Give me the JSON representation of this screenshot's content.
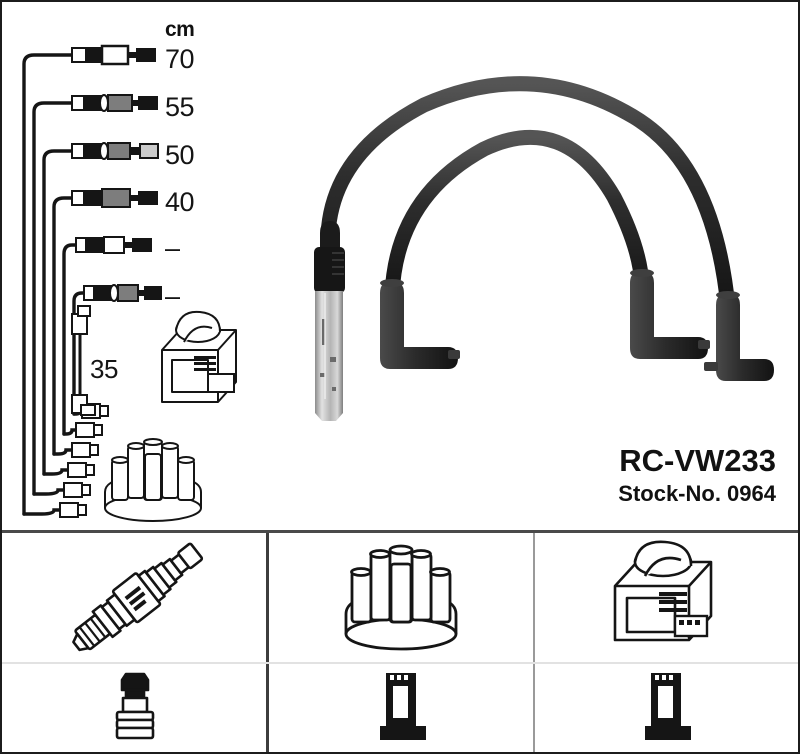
{
  "product": {
    "part_number": "RC-VW233",
    "stock_number": "Stock-No. 0964"
  },
  "length_table": {
    "unit_header": "cm",
    "rows": [
      {
        "label": "70",
        "cable": "cable-70cm"
      },
      {
        "label": "55",
        "cable": "cable-55cm"
      },
      {
        "label": "50",
        "cable": "cable-50cm"
      },
      {
        "label": "40",
        "cable": "cable-40cm"
      },
      {
        "label": "–",
        "cable": "cable-unspecified-1"
      },
      {
        "label": "–",
        "cable": "cable-unspecified-2"
      }
    ],
    "coil_lead": {
      "label": "35",
      "name": "coil-lead-35cm"
    }
  },
  "diagram_parts": [
    {
      "name": "ignition-coil-drawing"
    },
    {
      "name": "distributor-cap-drawing"
    }
  ],
  "photo": {
    "name": "ignition-cable-photo",
    "description": "two black ignition cables with right-angle boots and metal shielded distributor connector"
  },
  "bottom_cells": [
    {
      "top": {
        "name": "spark-plug-icon"
      },
      "bottom": {
        "name": "straight-plug-boot-icon"
      }
    },
    {
      "top": {
        "name": "distributor-cap-icon"
      },
      "bottom": {
        "name": "angled-boot-icon-left"
      }
    },
    {
      "top": {
        "name": "ignition-coil-icon"
      },
      "bottom": {
        "name": "angled-boot-icon-right"
      }
    }
  ],
  "colors": {
    "line": "#151515",
    "border": "#1c1c1c",
    "divider_dark": "#4a4a4a",
    "divider_light": "#e2e2e2",
    "cable_black": "#2a2a2a",
    "metal": "#b9b9b9"
  }
}
